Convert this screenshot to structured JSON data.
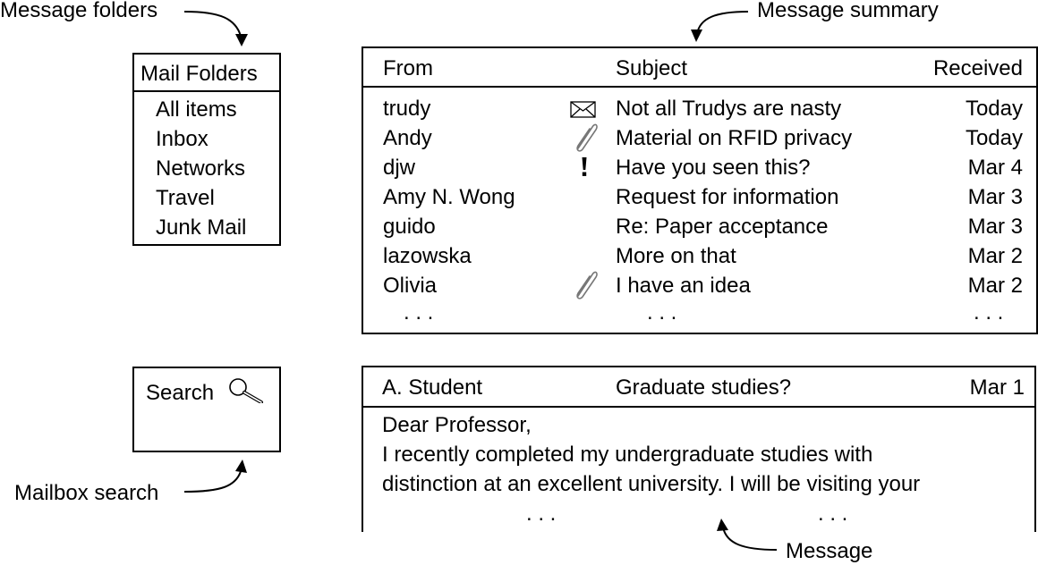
{
  "annotations": {
    "folders": "Message folders",
    "summary": "Message summary",
    "search": "Mailbox search",
    "message": "Message"
  },
  "folders": {
    "title": "Mail Folders",
    "items": [
      "All items",
      "Inbox",
      "Networks",
      "Travel",
      "Junk Mail"
    ]
  },
  "search": {
    "label": "Search",
    "icon": "magnifier-icon"
  },
  "summary": {
    "headers": {
      "from": "From",
      "subject": "Subject",
      "received": "Received"
    },
    "rows": [
      {
        "from": "trudy",
        "icon": "envelope-icon",
        "subject": "Not all Trudys are nasty",
        "received": "Today"
      },
      {
        "from": "Andy",
        "icon": "paperclip-icon",
        "subject": "Material on RFID privacy",
        "received": "Today"
      },
      {
        "from": "djw",
        "icon": "exclamation-icon",
        "subject": "Have you seen this?",
        "received": "Mar 4"
      },
      {
        "from": "Amy N. Wong",
        "icon": "",
        "subject": "Request for information",
        "received": "Mar 3"
      },
      {
        "from": "guido",
        "icon": "",
        "subject": "Re: Paper acceptance",
        "received": "Mar 3"
      },
      {
        "from": "lazowska",
        "icon": "",
        "subject": "More on that",
        "received": "Mar 2"
      },
      {
        "from": "Olivia",
        "icon": "paperclip-icon",
        "subject": "I have an idea",
        "received": "Mar 2"
      }
    ],
    "ellipsis": ". . ."
  },
  "message": {
    "from": "A. Student",
    "subject": "Graduate studies?",
    "date": "Mar 1",
    "body": [
      "Dear Professor,",
      "I recently completed my undergraduate studies with",
      "distinction at an excellent university. I will be visiting your"
    ],
    "ellipsis": ". . ."
  }
}
